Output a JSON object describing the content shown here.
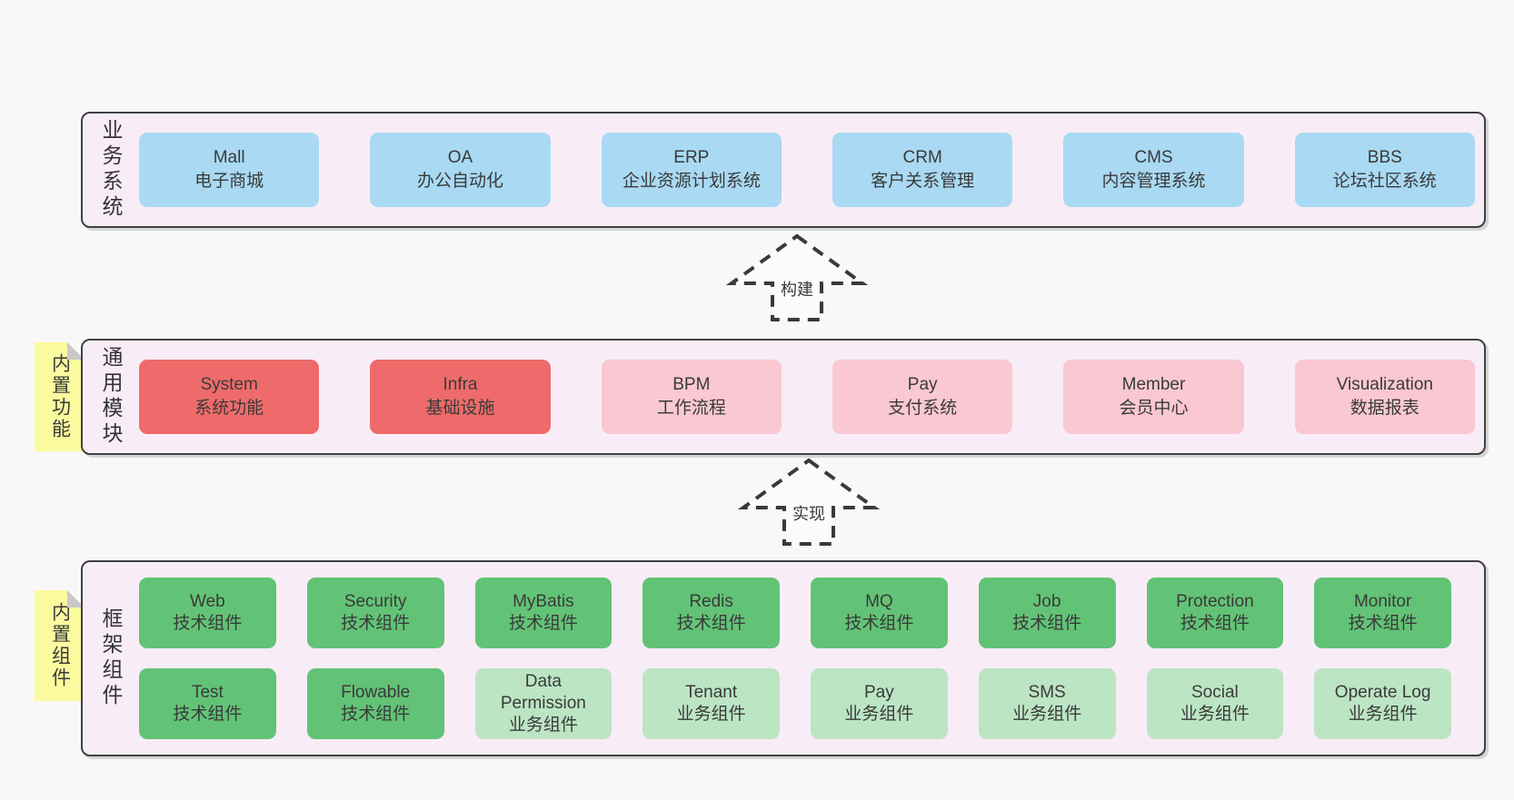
{
  "page": {
    "background": "#f8f8f8"
  },
  "colors": {
    "container_bg": "#f8edf6",
    "container_border": "#404040",
    "text": "#3a3a3a",
    "sticky_bg": "#fbfa9e",
    "sticky_fold": "#c8c8c8",
    "variants": {
      "blue": "#a9d9f3",
      "red": "#ef6b6b",
      "pink": "#f9c8d2",
      "green": "#62c376",
      "green_light": "#bce5c4"
    }
  },
  "diagram": {
    "layers": [
      {
        "side_label": "业务系统",
        "sticky": "",
        "rows": [
          [
            {
              "title": "Mall",
              "subtitle": "电子商城",
              "variant": "blue"
            },
            {
              "title": "OA",
              "subtitle": "办公自动化",
              "variant": "blue"
            },
            {
              "title": "ERP",
              "subtitle": "企业资源计划系统",
              "variant": "blue"
            },
            {
              "title": "CRM",
              "subtitle": "客户关系管理",
              "variant": "blue"
            },
            {
              "title": "CMS",
              "subtitle": "内容管理系统",
              "variant": "blue"
            },
            {
              "title": "BBS",
              "subtitle": "论坛社区系统",
              "variant": "blue"
            }
          ]
        ]
      },
      {
        "side_label": "通用模块",
        "sticky": "内置功能",
        "rows": [
          [
            {
              "title": "System",
              "subtitle": "系统功能",
              "variant": "red"
            },
            {
              "title": "Infra",
              "subtitle": "基础设施",
              "variant": "red"
            },
            {
              "title": "BPM",
              "subtitle": "工作流程",
              "variant": "pink"
            },
            {
              "title": "Pay",
              "subtitle": "支付系统",
              "variant": "pink"
            },
            {
              "title": "Member",
              "subtitle": "会员中心",
              "variant": "pink"
            },
            {
              "title": "Visualization",
              "subtitle": "数据报表",
              "variant": "pink"
            }
          ]
        ]
      },
      {
        "side_label": "框架组件",
        "sticky": "内置组件",
        "rows": [
          [
            {
              "title": "Web",
              "subtitle": "技术组件",
              "variant": "green"
            },
            {
              "title": "Security",
              "subtitle": "技术组件",
              "variant": "green"
            },
            {
              "title": "MyBatis",
              "subtitle": "技术组件",
              "variant": "green"
            },
            {
              "title": "Redis",
              "subtitle": "技术组件",
              "variant": "green"
            },
            {
              "title": "MQ",
              "subtitle": "技术组件",
              "variant": "green"
            },
            {
              "title": "Job",
              "subtitle": "技术组件",
              "variant": "green"
            },
            {
              "title": "Protection",
              "subtitle": "技术组件",
              "variant": "green"
            },
            {
              "title": "Monitor",
              "subtitle": "技术组件",
              "variant": "green"
            }
          ],
          [
            {
              "title": "Test",
              "subtitle": "技术组件",
              "variant": "green"
            },
            {
              "title": "Flowable",
              "subtitle": "技术组件",
              "variant": "green"
            },
            {
              "title": "Data Permission",
              "subtitle": "业务组件",
              "variant": "green_light"
            },
            {
              "title": "Tenant",
              "subtitle": "业务组件",
              "variant": "green_light"
            },
            {
              "title": "Pay",
              "subtitle": "业务组件",
              "variant": "green_light"
            },
            {
              "title": "SMS",
              "subtitle": "业务组件",
              "variant": "green_light"
            },
            {
              "title": "Social",
              "subtitle": "业务组件",
              "variant": "green_light"
            },
            {
              "title": "Operate Log",
              "subtitle": "业务组件",
              "variant": "green_light"
            }
          ]
        ]
      }
    ],
    "arrows": [
      {
        "label": "构建"
      },
      {
        "label": "实现"
      }
    ]
  }
}
